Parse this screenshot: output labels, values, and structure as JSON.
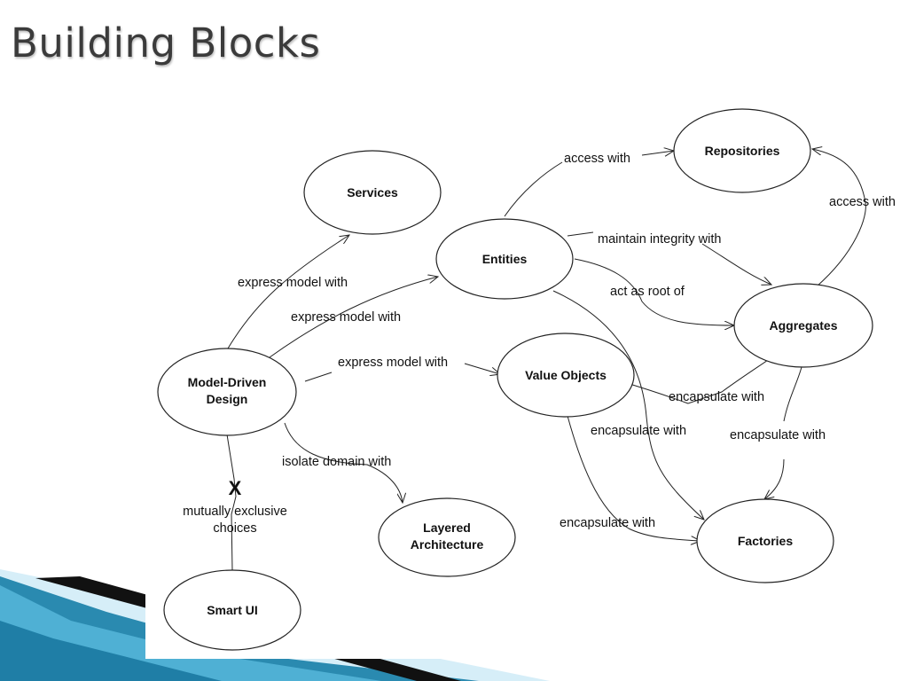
{
  "slide": {
    "title": "Building Blocks"
  },
  "nodes": {
    "services": [
      "Services"
    ],
    "repositories": [
      "Repositories"
    ],
    "entities": [
      "Entities"
    ],
    "aggregates": [
      "Aggregates"
    ],
    "model_driven_design": [
      "Model-Driven",
      "Design"
    ],
    "value_objects": [
      "Value Objects"
    ],
    "layered_architecture": [
      "Layered",
      "Architecture"
    ],
    "factories": [
      "Factories"
    ],
    "smart_ui": [
      "Smart UI"
    ]
  },
  "edges": {
    "mdd_services": "express model with",
    "mdd_entities": "express model with",
    "mdd_value_objects": "express model with",
    "mdd_layered": "isolate domain with",
    "entities_repositories": "access with",
    "aggregates_repositories": "access with",
    "entities_aggregates_integrity": "maintain integrity with",
    "entities_aggregates_root": "act as root of",
    "value_objects_aggregates": "encapsulate with",
    "entities_factories": "encapsulate with",
    "aggregates_factories": "encapsulate with",
    "value_objects_factories": "encapsulate with"
  },
  "exclusion": {
    "mark": "X",
    "line1": "mutually exclusive",
    "line2": "choices"
  },
  "colors": {
    "title": "#3b3b3b",
    "deco_light": "#bfe3f2",
    "deco_teal": "#2a8ab0",
    "deco_dark": "#0d0d0d"
  }
}
